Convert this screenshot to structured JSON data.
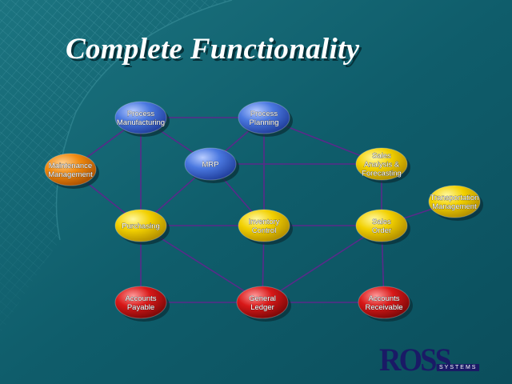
{
  "slide": {
    "title": "Complete Functionality"
  },
  "colors": {
    "background": "#0f5a68",
    "connector": "#5a2a8a",
    "node_blue": "#4a78e0",
    "node_yellow": "#f2d000",
    "node_orange": "#f08a10",
    "node_red": "#d81818"
  },
  "nodes": [
    {
      "id": "process-manufacturing",
      "lines": [
        "Process",
        "Manufacturing"
      ],
      "color": "blue"
    },
    {
      "id": "process-planning",
      "lines": [
        "Process",
        "Planning"
      ],
      "color": "blue"
    },
    {
      "id": "maintenance-management",
      "lines": [
        "Maintenance",
        "Management"
      ],
      "color": "orange"
    },
    {
      "id": "mrp",
      "lines": [
        "MRP"
      ],
      "color": "blue"
    },
    {
      "id": "sales-analysis-forecasting",
      "lines": [
        "Sales",
        "Analysis &",
        "Forecasting"
      ],
      "color": "yellow"
    },
    {
      "id": "transportation-management",
      "lines": [
        "Transportation",
        "Management"
      ],
      "color": "yellow"
    },
    {
      "id": "purchasing",
      "lines": [
        "Purchasing"
      ],
      "color": "yellow"
    },
    {
      "id": "inventory-control",
      "lines": [
        "Inventory",
        "Control"
      ],
      "color": "yellow"
    },
    {
      "id": "sales-order",
      "lines": [
        "Sales",
        "Order"
      ],
      "color": "yellow"
    },
    {
      "id": "accounts-payable",
      "lines": [
        "Accounts",
        "Payable"
      ],
      "color": "red"
    },
    {
      "id": "general-ledger",
      "lines": [
        "General",
        "Ledger"
      ],
      "color": "red"
    },
    {
      "id": "accounts-receivable",
      "lines": [
        "Accounts",
        "Receivable"
      ],
      "color": "red"
    }
  ],
  "edges": [
    [
      "process-manufacturing",
      "process-planning"
    ],
    [
      "process-manufacturing",
      "maintenance-management"
    ],
    [
      "process-manufacturing",
      "mrp"
    ],
    [
      "process-manufacturing",
      "purchasing"
    ],
    [
      "process-planning",
      "mrp"
    ],
    [
      "process-planning",
      "sales-analysis-forecasting"
    ],
    [
      "process-planning",
      "inventory-control"
    ],
    [
      "maintenance-management",
      "purchasing"
    ],
    [
      "mrp",
      "sales-analysis-forecasting"
    ],
    [
      "mrp",
      "purchasing"
    ],
    [
      "mrp",
      "inventory-control"
    ],
    [
      "sales-analysis-forecasting",
      "sales-order"
    ],
    [
      "transportation-management",
      "sales-order"
    ],
    [
      "purchasing",
      "inventory-control"
    ],
    [
      "purchasing",
      "accounts-payable"
    ],
    [
      "purchasing",
      "general-ledger"
    ],
    [
      "inventory-control",
      "sales-order"
    ],
    [
      "inventory-control",
      "general-ledger"
    ],
    [
      "sales-order",
      "general-ledger"
    ],
    [
      "sales-order",
      "accounts-receivable"
    ],
    [
      "accounts-payable",
      "general-ledger"
    ],
    [
      "general-ledger",
      "accounts-receivable"
    ]
  ],
  "logo": {
    "word": "ROSS",
    "sub": "SYSTEMS"
  }
}
